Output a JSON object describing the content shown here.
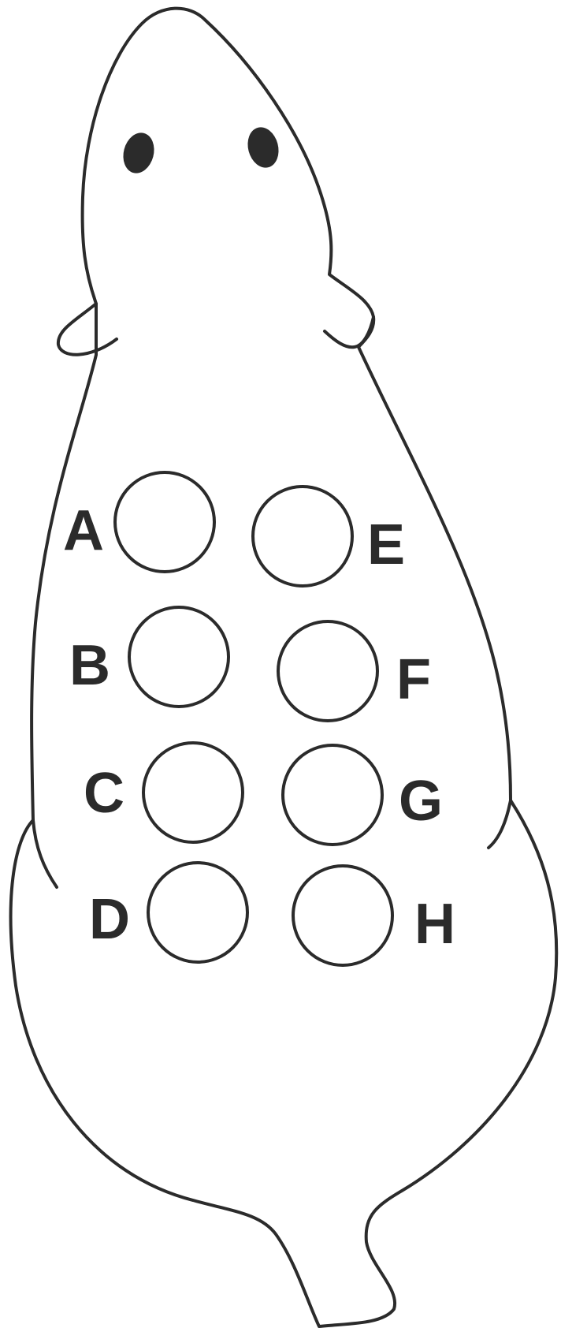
{
  "colors": {
    "line": "#2b2b2b",
    "background": "#ffffff"
  },
  "sites": [
    {
      "label": "A"
    },
    {
      "label": "B"
    },
    {
      "label": "C"
    },
    {
      "label": "D"
    },
    {
      "label": "E"
    },
    {
      "label": "F"
    },
    {
      "label": "G"
    },
    {
      "label": "H"
    }
  ]
}
